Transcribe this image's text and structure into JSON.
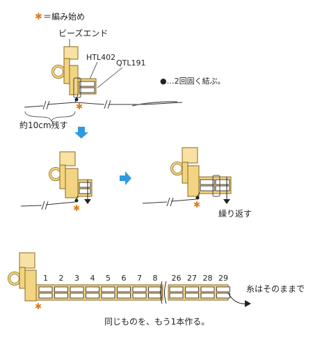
{
  "legend": {
    "start_symbol": "✱",
    "start_text": "＝編み始め"
  },
  "labels": {
    "bead_end": "ビーズエンド",
    "htl": "HTL402",
    "qtl": "QTL191",
    "knot_note": "●…2回固く結ぶ。",
    "leave_length": "約10cm残す",
    "repeat": "繰り返す",
    "leave_thread": "糸はそのままで",
    "make_another": "同じものを、もう1本作る。"
  },
  "sequence": {
    "left_numbers": [
      "1",
      "2",
      "3",
      "4",
      "5",
      "6",
      "7",
      "8"
    ],
    "right_numbers": [
      "26",
      "27",
      "28",
      "29"
    ]
  },
  "colors": {
    "accent_blue": "#2f9ae0",
    "flower": "#e07a1a",
    "gold": "#f2d483"
  }
}
